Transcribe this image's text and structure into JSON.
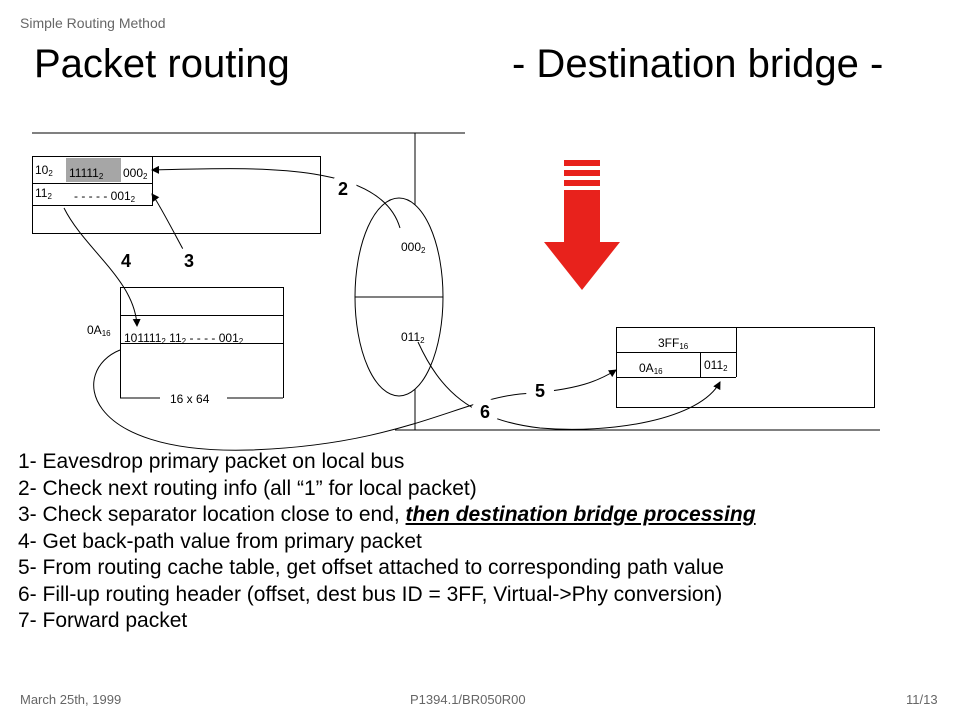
{
  "header": "Simple Routing Method",
  "title_left": "Packet routing",
  "title_right": "- Destination bridge -",
  "diagram": {
    "bus_table": {
      "row1_label": "10",
      "row1_base": "2",
      "row2_label": "11",
      "row2_base": "2",
      "cell_highlight": "11111",
      "cell_highlight_base": "2",
      "cell_a": "000",
      "cell_a_base": "2",
      "cell_b": "- - - - - 001",
      "cell_b_base": "2"
    },
    "bridge": {
      "top_value": "000",
      "top_base": "2",
      "bottom_value": "011",
      "bottom_base": "2"
    },
    "cache_table": {
      "offset_label": "0A",
      "offset_base": "16",
      "row_a": "101111",
      "row_a_base": "2",
      "row_b": "11",
      "row_b_base": "2",
      "row_c": "- - - - 001",
      "row_c_base": "2",
      "size": "16 x 64"
    },
    "dest_header": {
      "bus_id": "3FF",
      "bus_id_base": "16",
      "offset": "0A",
      "offset_base": "16",
      "path": "011",
      "path_base": "2"
    },
    "markers": [
      "2",
      "4",
      "3",
      "5",
      "6"
    ]
  },
  "steps": [
    "1- Eavesdrop primary packet on local bus",
    "2- Check next routing info (all “1” for local packet)",
    "3- Check separator location close to end, ",
    "4- Get back-path value from primary packet",
    "5- From routing cache table, get offset attached to corresponding path value",
    "6- Fill-up routing header (offset, dest bus ID = 3FF, Virtual->Phy conversion)",
    "7- Forward packet"
  ],
  "step3_emphasis": "then destination bridge processing",
  "footer": {
    "date": "March 25th, 1999",
    "doc": "P1394.1/BR050R00",
    "page": "11/13"
  },
  "colors": {
    "arrow_red": "#e8221c",
    "highlight_gray": "#a6a6a6"
  }
}
